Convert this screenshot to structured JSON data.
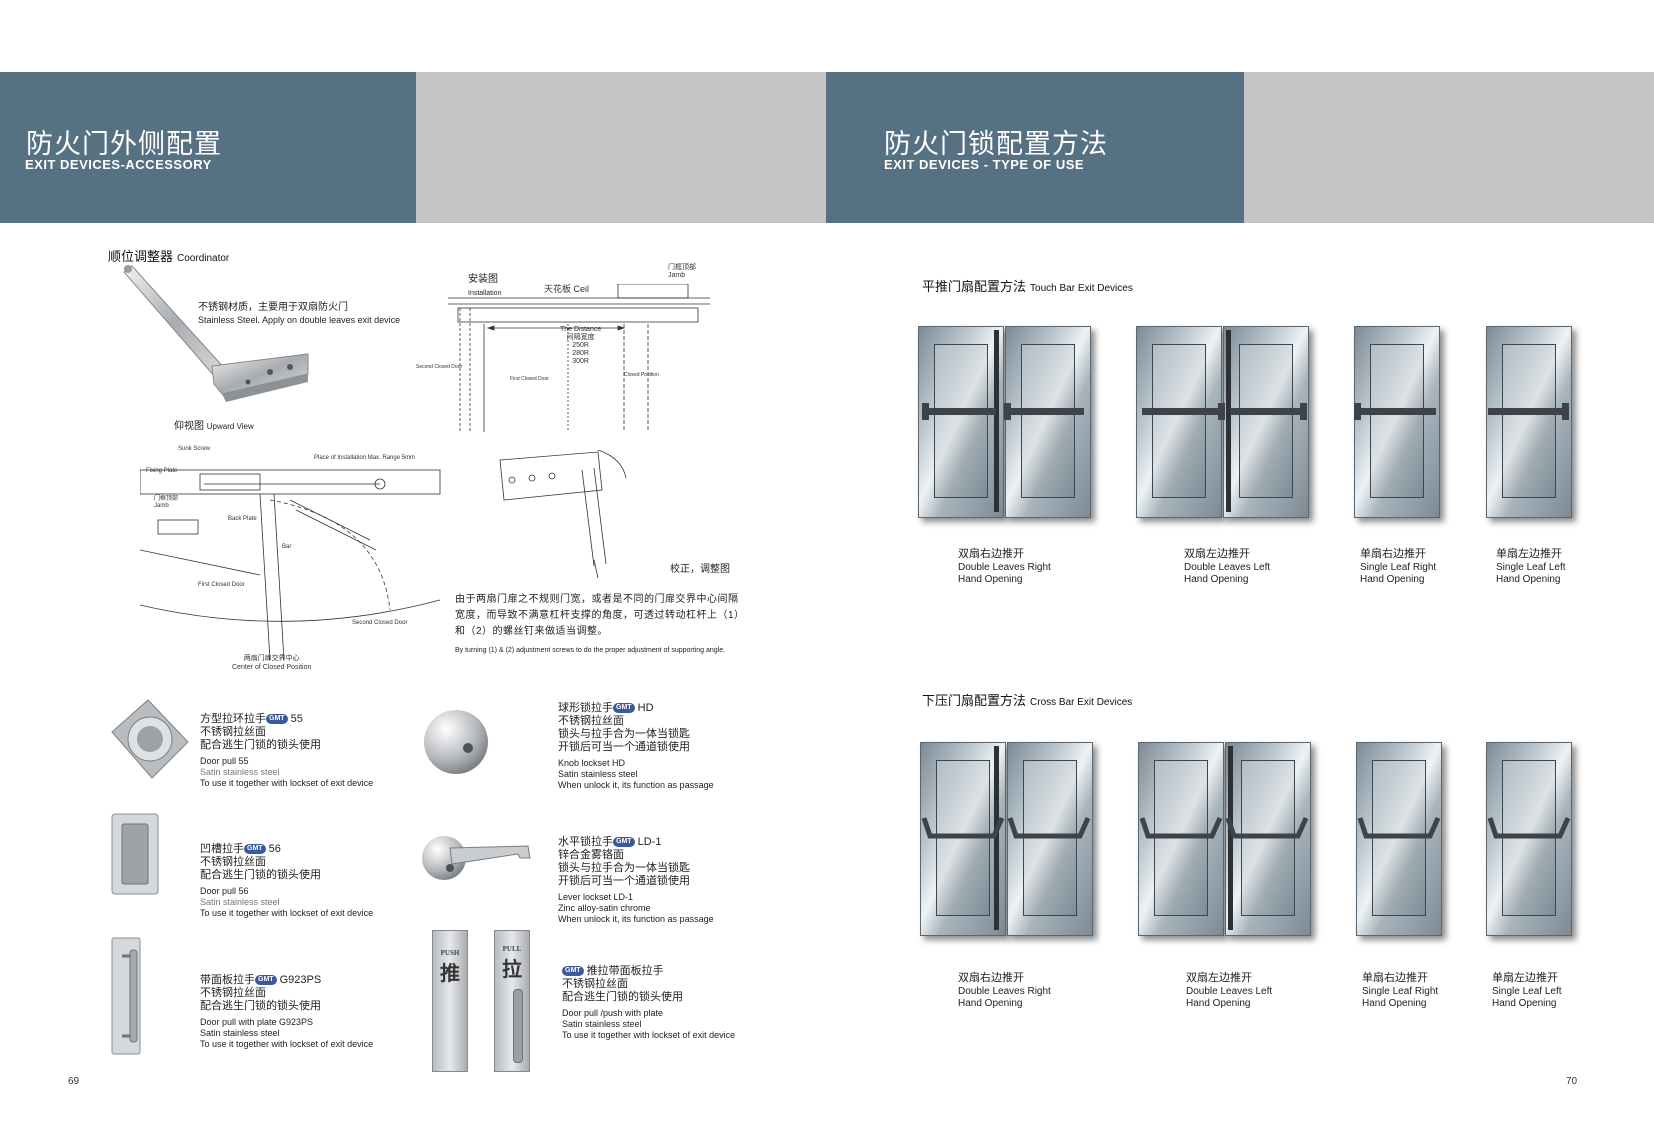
{
  "left_page": {
    "header": {
      "title_cn": "防火门外侧配置",
      "title_en": "EXIT  DEVICES-ACCESSORY"
    },
    "coordinator": {
      "title_cn": "顺位调整器",
      "title_en": "Coordinator",
      "note_cn": "不锈钢材质，主要用于双扇防火门",
      "note_en": "Stainless Steel. Apply on double leaves exit device",
      "upward_view_cn": "仰视图",
      "upward_view_en": "Upward View",
      "install_cn": "安装图",
      "install_en": "Installation",
      "ceiling": "天花板 Ceil",
      "jamb_cn": "门框顶部",
      "jamb_en": "Jamb",
      "distance_en": "The Distance",
      "distance_cn": "间隔宽度",
      "distance_values": [
        "250R",
        "280R",
        "300R"
      ],
      "second_closed_door": "Second Closed Door",
      "first_closed_door": "First Closed Door",
      "closed_position": "Closed Position",
      "sunk_screw": "Sunk Screw",
      "fixing_plate": "Fixing Plate",
      "back_plate": "Back Plate",
      "place_install": "Place of Installation Max. Range 5mm",
      "bar": "Bar",
      "center_cn": "两扇门扉交界中心",
      "center_en": "Center of Closed Position",
      "adjust_cn": "校正，调整图",
      "adjust_desc_cn": "由于两扇门扉之不规则门宽，或者是不同的门扉交界中心间隔宽度，而导致不满意杠杆支撑的角度，可透过转动杠杆上（1）和（2）的螺丝钉来做适当调整。",
      "adjust_desc_en": "By turning (1) & (2) adjustment screws to do the proper adjustment of supporting angle."
    },
    "products": [
      {
        "id": "door-pull-55",
        "cn1": "方型拉环拉手",
        "badge": "GMT",
        "model": "55",
        "cn2": "不锈钢拉丝面",
        "cn3": "配合逃生门锁的锁头使用",
        "en1": "Door  pull  55",
        "en2": "Satin stainless steel",
        "en3": "To use it together with lockset of exit device"
      },
      {
        "id": "knob-lockset",
        "cn1": "球形锁拉手",
        "badge": "GMT",
        "model": "HD",
        "cn2": "不锈钢拉丝面",
        "cn3": "锁头与拉手合为一体当锁匙",
        "cn4": "开锁后可当一个通道锁使用",
        "en1": "Knob lockset  HD",
        "en2": "Satin stainless steel",
        "en3": "When unlock it, its function as passage"
      },
      {
        "id": "door-pull-56",
        "cn1": "凹槽拉手",
        "badge": "GMT",
        "model": "56",
        "cn2": "不锈钢拉丝面",
        "cn3": "配合逃生门锁的锁头使用",
        "en1": "Door  pull  56",
        "en2": "Satin stainless steel",
        "en3": "To use it together with lockset of exit device"
      },
      {
        "id": "lever-lockset",
        "cn1": "水平锁拉手",
        "badge": "GMT",
        "model": "LD-1",
        "cn2": "锌合金雾铬面",
        "cn3": "锁头与拉手合为一体当锁匙",
        "cn4": "开锁后可当一个通道锁使用",
        "en1": "Lever lockset  LD-1",
        "en2": "Zinc alloy-satin chrome",
        "en3": "When unlock it, its function as passage"
      },
      {
        "id": "door-pull-plate",
        "cn1": "带面板拉手",
        "badge": "GMT",
        "model": "G923PS",
        "cn2": "不锈钢拉丝面",
        "cn3": "配合逃生门锁的锁头使用",
        "en1": "Door  pull  with  plate  G923PS",
        "en2": "Satin stainless steel",
        "en3": "To use it together with lockset of exit device"
      },
      {
        "id": "push-pull-plate",
        "cn1": "推拉带面板拉手",
        "badge": "GMT",
        "model": "",
        "cn2": "不锈钢拉丝面",
        "cn3": "配合逃生门锁的锁头使用",
        "en1": "Door  pull /push with  plate",
        "en2": "Satin stainless steel",
        "en3": "To use it together with lockset of exit device"
      }
    ],
    "push_plate": {
      "en": "PUSH",
      "cn": "推"
    },
    "pull_plate": {
      "en": "PULL",
      "cn": "拉"
    },
    "page_number": "69"
  },
  "right_page": {
    "header": {
      "title_cn": "防火门锁配置方法",
      "title_en": "EXIT  DEVICES - TYPE  OF  USE"
    },
    "touch_bar": {
      "title_cn": "平推门扇配置方法",
      "title_en": "Touch Bar Exit Devices",
      "items": [
        {
          "cn": "双扇右边推开",
          "en1": "Double Leaves Right",
          "en2": "Hand Opening"
        },
        {
          "cn": "双扇左边推开",
          "en1": "Double Leaves Left",
          "en2": "Hand Opening"
        },
        {
          "cn": "单扇右边推开",
          "en1": "Single Leaf Right",
          "en2": "Hand Opening"
        },
        {
          "cn": "单扇左边推开",
          "en1": "Single Leaf Left",
          "en2": "Hand Opening"
        }
      ]
    },
    "cross_bar": {
      "title_cn": "下压门扇配置方法",
      "title_en": "Cross Bar Exit Devices",
      "items": [
        {
          "cn": "双扇右边推开",
          "en1": "Double Leaves Right",
          "en2": "Hand Opening"
        },
        {
          "cn": "双扇左边推开",
          "en1": "Double Leaves Left",
          "en2": "Hand Opening"
        },
        {
          "cn": "单扇右边推开",
          "en1": "Single Leaf Right",
          "en2": "Hand Opening"
        },
        {
          "cn": "单扇左边推开",
          "en1": "Single Leaf Left",
          "en2": "Hand Opening"
        }
      ]
    },
    "page_number": "70"
  }
}
